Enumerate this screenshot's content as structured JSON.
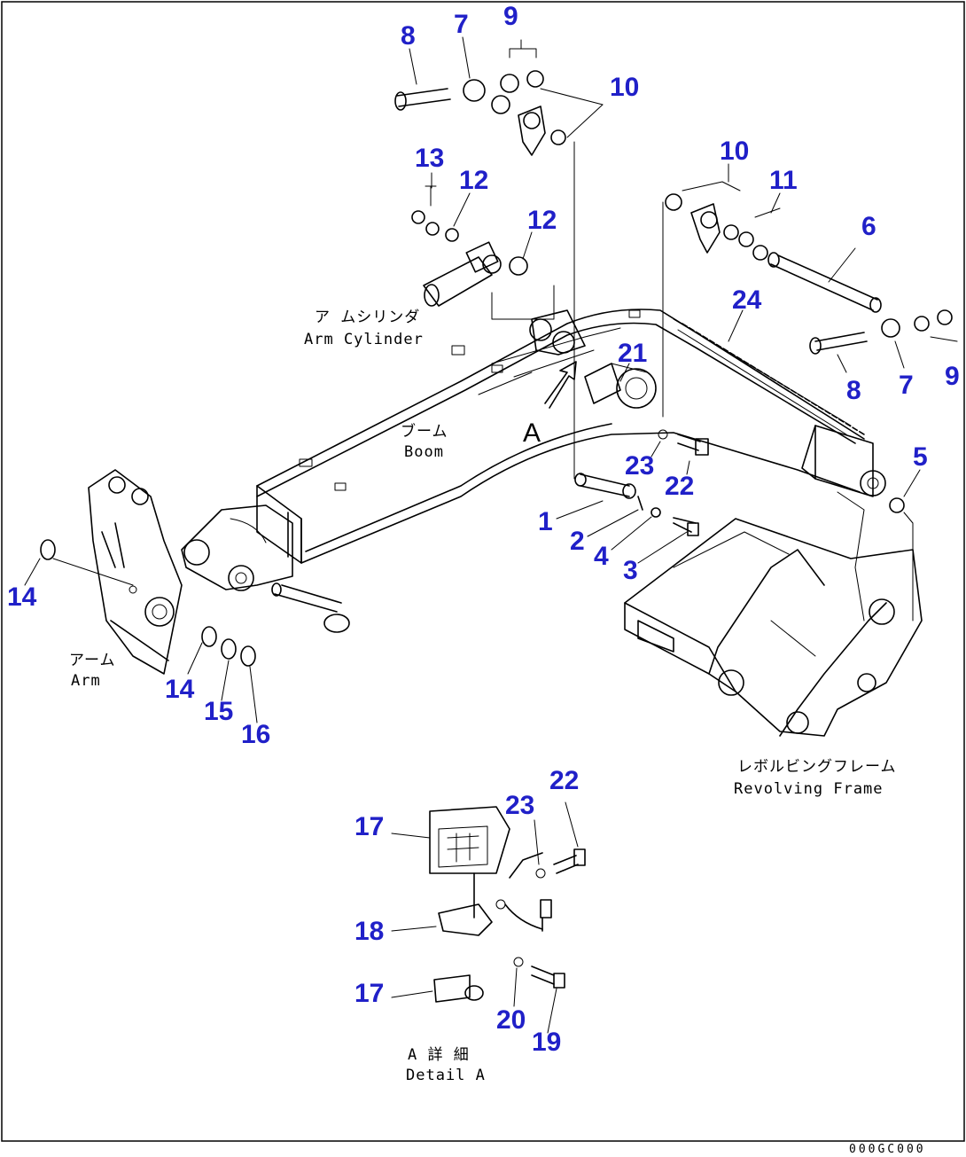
{
  "labels": {
    "arm_cylinder_jp": "ア ムシリンダ",
    "arm_cylinder_en": "Arm Cylinder",
    "boom_jp": "ブーム",
    "boom_en": "Boom",
    "arm_jp": "アーム",
    "arm_en": "Arm",
    "frame_jp": "レボルビングフレーム",
    "frame_en": "Revolving Frame",
    "detail_jp": "A 詳 細",
    "detail_en": "Detail A",
    "view_marker": "A"
  },
  "drawing_code": "000GC000",
  "callouts": [
    {
      "id": "c8a",
      "text": "8"
    },
    {
      "id": "c7a",
      "text": "7"
    },
    {
      "id": "c9a",
      "text": "9"
    },
    {
      "id": "c10a",
      "text": "10"
    },
    {
      "id": "c13",
      "text": "13"
    },
    {
      "id": "c12a",
      "text": "12"
    },
    {
      "id": "c12b",
      "text": "12"
    },
    {
      "id": "c10b",
      "text": "10"
    },
    {
      "id": "c11",
      "text": "11"
    },
    {
      "id": "c6",
      "text": "6"
    },
    {
      "id": "c24",
      "text": "24"
    },
    {
      "id": "c21",
      "text": "21"
    },
    {
      "id": "c8b",
      "text": "8"
    },
    {
      "id": "c7b",
      "text": "7"
    },
    {
      "id": "c9b",
      "text": "9"
    },
    {
      "id": "c23a",
      "text": "23"
    },
    {
      "id": "c22a",
      "text": "22"
    },
    {
      "id": "c5",
      "text": "5"
    },
    {
      "id": "c1",
      "text": "1"
    },
    {
      "id": "c2",
      "text": "2"
    },
    {
      "id": "c4",
      "text": "4"
    },
    {
      "id": "c3",
      "text": "3"
    },
    {
      "id": "c14a",
      "text": "14"
    },
    {
      "id": "c14b",
      "text": "14"
    },
    {
      "id": "c15",
      "text": "15"
    },
    {
      "id": "c16",
      "text": "16"
    },
    {
      "id": "c17a",
      "text": "17"
    },
    {
      "id": "c23b",
      "text": "23"
    },
    {
      "id": "c22b",
      "text": "22"
    },
    {
      "id": "c18",
      "text": "18"
    },
    {
      "id": "c17b",
      "text": "17"
    },
    {
      "id": "c20",
      "text": "20"
    },
    {
      "id": "c19",
      "text": "19"
    }
  ]
}
